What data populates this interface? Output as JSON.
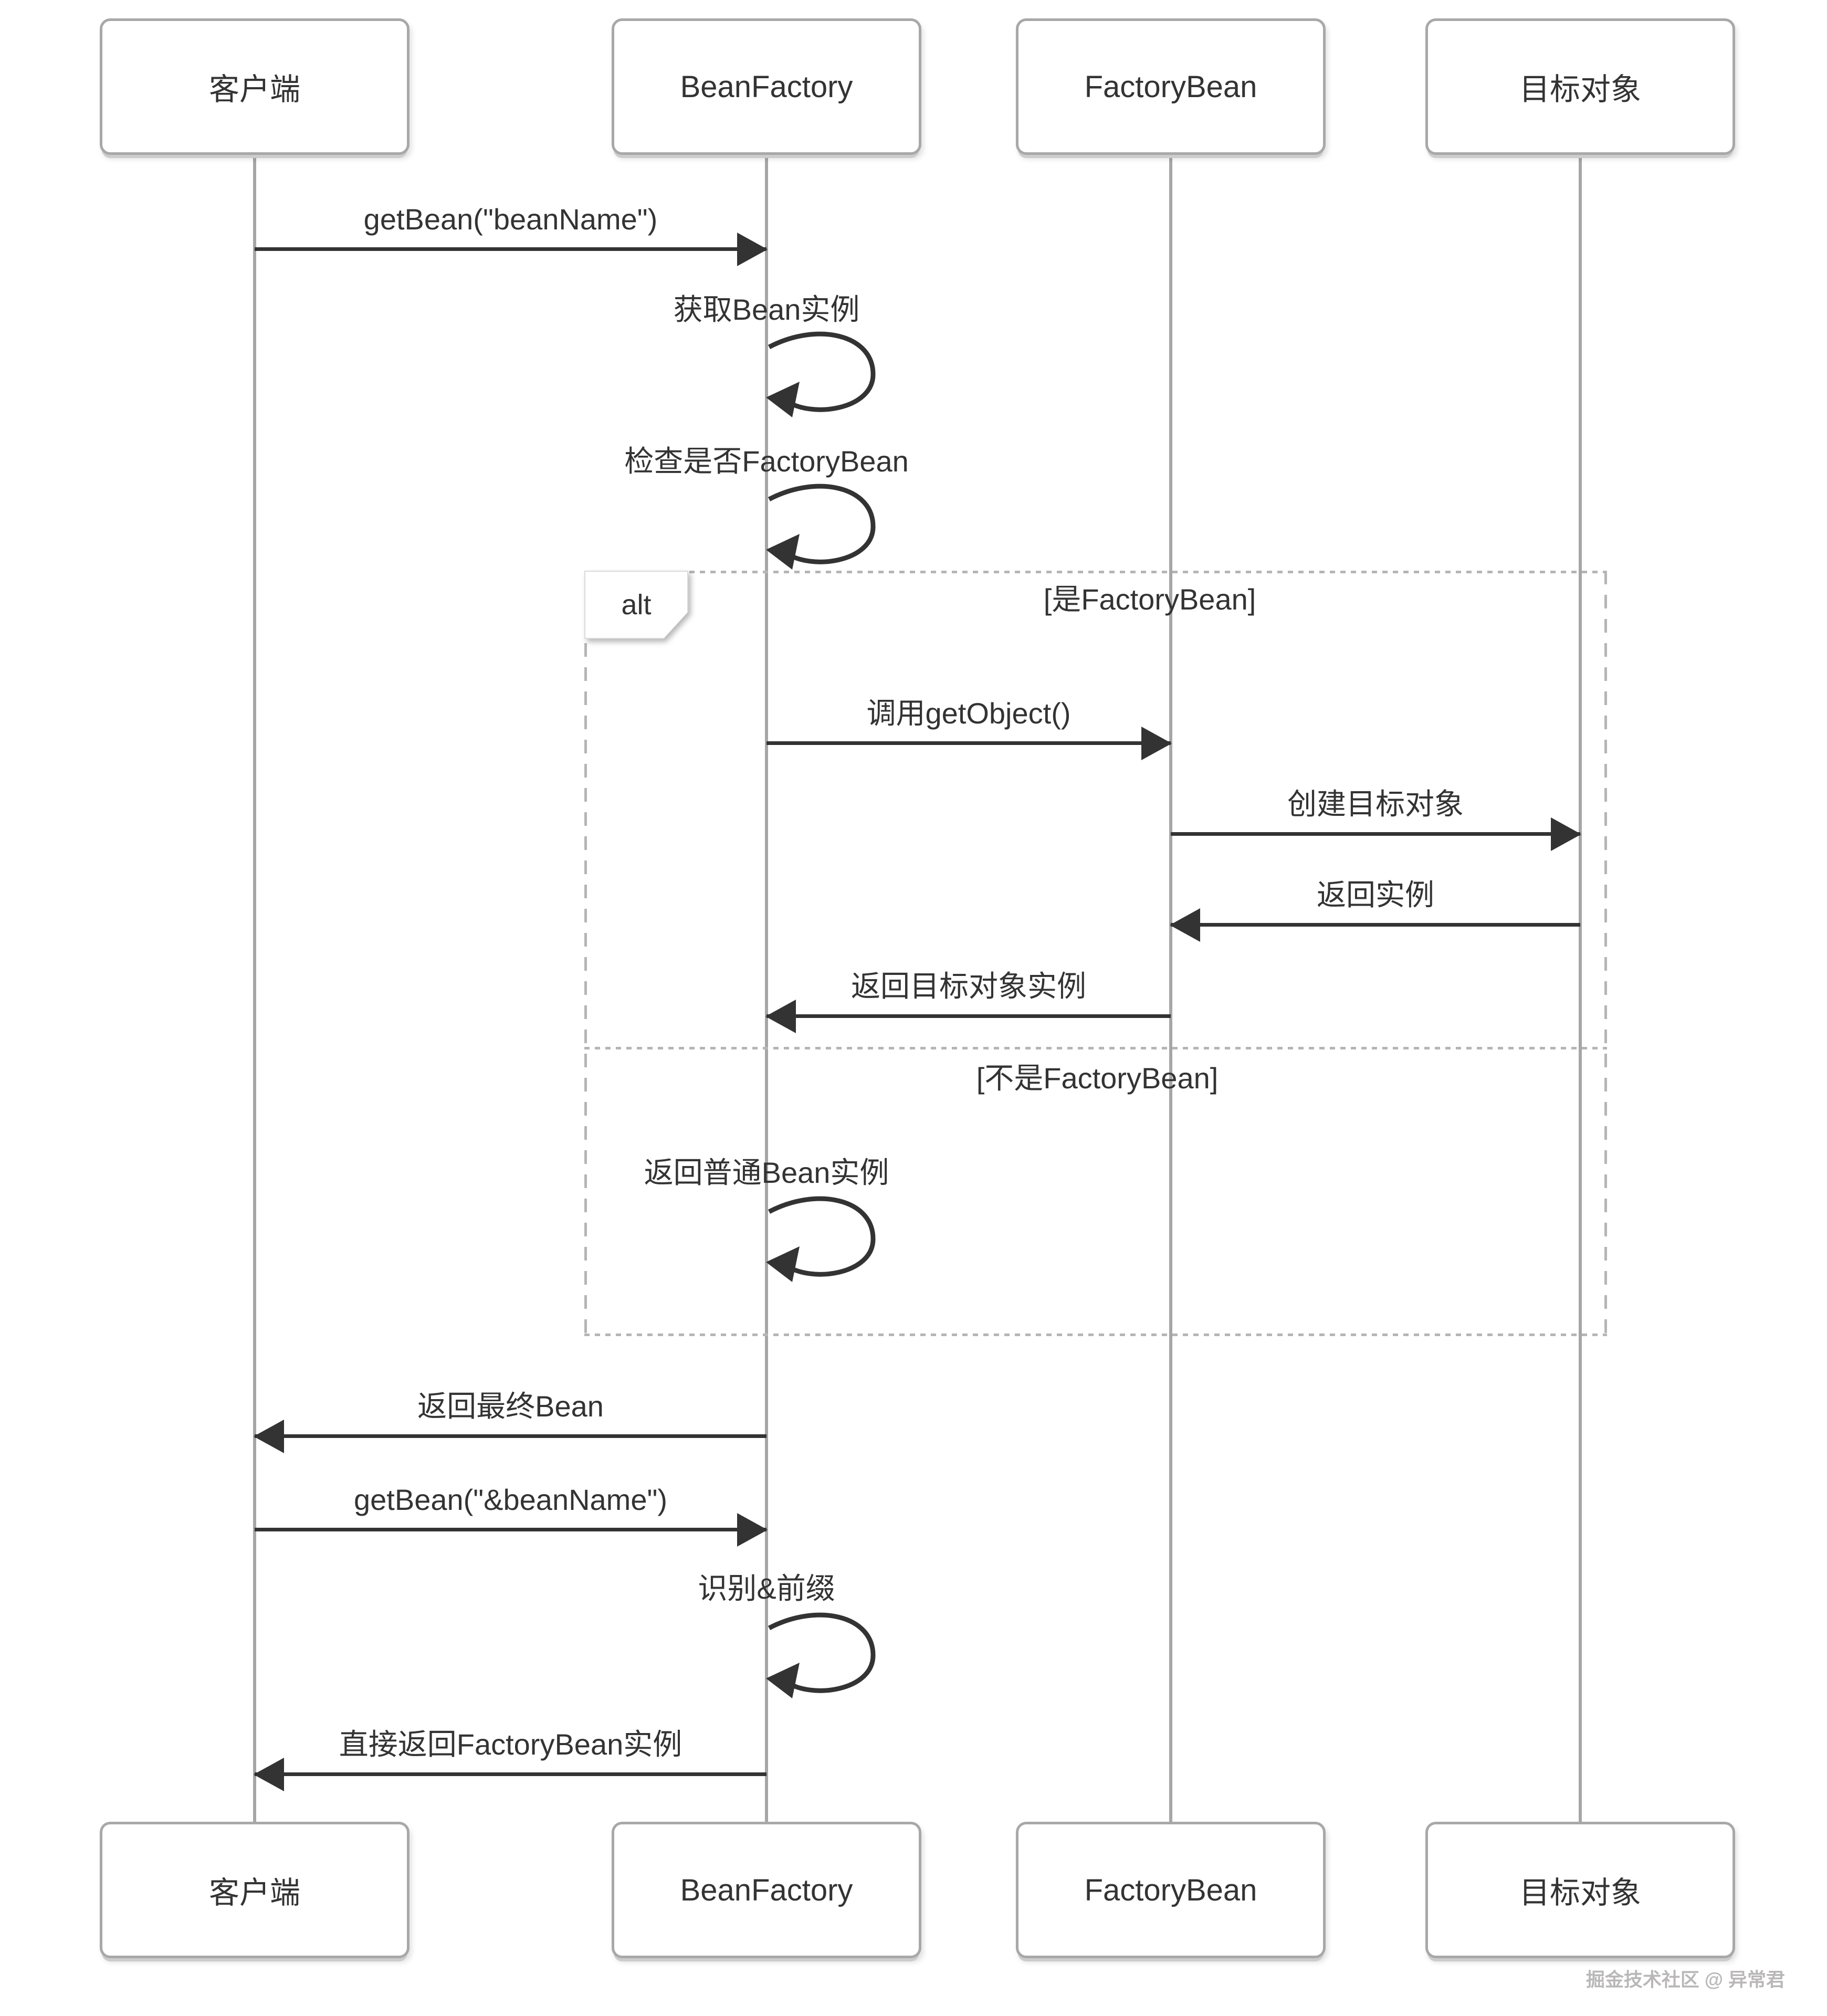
{
  "actors": [
    {
      "label": "客户端"
    },
    {
      "label": "BeanFactory"
    },
    {
      "label": "FactoryBean"
    },
    {
      "label": "目标对象"
    }
  ],
  "messages": {
    "get_bean": "getBean(\"beanName\")",
    "obtain_instance": "获取Bean实例",
    "check_factorybean": "检查是否FactoryBean",
    "call_getobject": "调用getObject()",
    "create_target": "创建目标对象",
    "return_instance": "返回实例",
    "return_target_instance": "返回目标对象实例",
    "return_plain_bean": "返回普通Bean实例",
    "return_final_bean": "返回最终Bean",
    "get_bean_amp": "getBean(\"&beanName\")",
    "identify_prefix": "识别&前缀",
    "return_factorybean_instance": "直接返回FactoryBean实例"
  },
  "alt": {
    "operator": "alt",
    "guard_true": "[是FactoryBean]",
    "guard_false": "[不是FactoryBean]"
  },
  "watermark": "掘金技术社区 @ 异常君",
  "colors": {
    "message_line": "#333333",
    "lifeline": "#a6a6a6",
    "actor_border": "#a8a8a8",
    "frame_border": "#b5b5b5",
    "text": "#333333",
    "watermark": "#b9b7b7",
    "background": "#ffffff"
  }
}
